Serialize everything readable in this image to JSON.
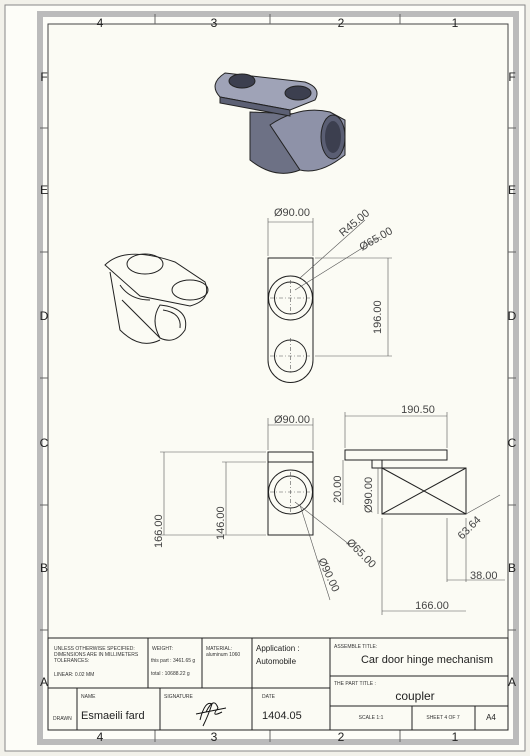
{
  "zones": {
    "columns": [
      "4",
      "3",
      "2",
      "1"
    ],
    "rows": [
      "F",
      "E",
      "D",
      "C",
      "B",
      "A"
    ]
  },
  "dimensions": {
    "top_dia": "Ø90.00",
    "top_radius": "R45.00",
    "top_hole": "Ø65.00",
    "top_length": "196.00",
    "front_dia": "Ø90.00",
    "front_146": "146.00",
    "front_166": "166.00",
    "front_hole": "Ø65.00",
    "front_outer": "Ø90.00",
    "side_width": "190.50",
    "side_20": "20.00",
    "side_dia": "Ø90.00",
    "side_diag": "63.64",
    "side_38": "38.00",
    "side_166": "166.00"
  },
  "title_block": {
    "general_note_1": "UNLESS OTHERWISE SPECIFIED:",
    "general_note_2": "DIMENSIONS ARE IN MILLIMETERS",
    "general_note_3": "TOLERANCES:",
    "general_note_4": "LINEAR: 0.02 MM",
    "weight_label": "WEIGHT:",
    "weight_part": "this part : 3461.65 g",
    "weight_total": "total : 10688.22 g",
    "material_label": "MATERIAL:",
    "material_value": "aluminum 1060",
    "application_label": "Application :",
    "application_value": "Automobile",
    "assembly_label": "ASSEMBLE TITLE:",
    "assembly_value": "Car door hinge mechanism",
    "part_label": "THE PART TITLE :",
    "part_value": "coupler",
    "drawn_label": "DRAWN",
    "name_label": "NAME",
    "name_value": "Esmaeili fard",
    "signature_label": "SIGNATURE",
    "date_label": "DATE",
    "date_value": "1404.05",
    "scale": "SCALE 1:1",
    "sheet": "SHEET 4 OF 7",
    "size": "A4"
  }
}
